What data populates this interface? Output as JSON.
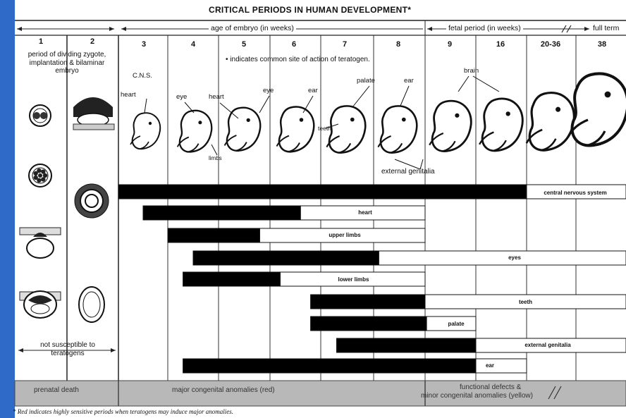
{
  "title": "CRITICAL PERIODS IN HUMAN DEVELOPMENT*",
  "header_left_arrow": "",
  "embryo_axis_label": "age of embryo (in weeks)",
  "fetal_axis_label": "fetal period (in weeks)",
  "full_term_label": "full term",
  "weeks": [
    "1",
    "2",
    "3",
    "4",
    "5",
    "6",
    "7",
    "8",
    "9",
    "16",
    "20-36",
    "38"
  ],
  "early_period_label": "period of dividing zygote, implantation & bilaminar embryo",
  "legend_note": "• indicates common site of action of teratogen.",
  "not_susceptible_label": "not susceptible to teratogens",
  "structure_labels": {
    "cns": "C.N.S.",
    "heart": "heart",
    "eye": "eye",
    "heart2": "heart",
    "eye2": "eye",
    "ear": "ear",
    "palate": "palate",
    "ear2": "ear",
    "brain": "brain",
    "limbs": "limbs",
    "teeth": "teeth",
    "external_genitalia": "external genitalia"
  },
  "organs": [
    {
      "name": "central nervous system",
      "sensitive": [
        3,
        20.5
      ],
      "functional": [
        20.5,
        39
      ]
    },
    {
      "name": "heart",
      "sensitive": [
        3.5,
        6.6
      ],
      "functional": [
        6.6,
        9
      ]
    },
    {
      "name": "upper limbs",
      "sensitive": [
        4,
        5.8
      ],
      "functional": [
        5.8,
        9
      ]
    },
    {
      "name": "eyes",
      "sensitive": [
        4.5,
        8.1
      ],
      "functional": [
        8.1,
        39
      ]
    },
    {
      "name": "lower limbs",
      "sensitive": [
        4.3,
        6.2
      ],
      "functional": [
        6.2,
        9
      ]
    },
    {
      "name": "teeth",
      "sensitive": [
        6.8,
        9
      ],
      "functional": [
        9,
        39
      ]
    },
    {
      "name": "palate",
      "sensitive": [
        6.8,
        9.2
      ],
      "functional": [
        9.2,
        16
      ]
    },
    {
      "name": "external genitalia",
      "sensitive": [
        7.3,
        16
      ],
      "functional": [
        16,
        39
      ]
    },
    {
      "name": "ear",
      "sensitive": [
        4.3,
        16
      ],
      "functional": [
        16,
        20.5
      ]
    }
  ],
  "bottom_band": {
    "prenatal_death": "prenatal death",
    "major_anomalies": "major congenital anomalies (red)",
    "functional_defects": "functional defects &",
    "minor_anomalies": "minor congenital anomalies (yellow)"
  },
  "footnote": "* Red indicates highly sensitive periods when teratogens may induce major anomalies.",
  "colors": {
    "sensitive": "#000000",
    "functional": "#ffffff",
    "background": "#2f6ac8",
    "band": "#b8b8b8"
  }
}
